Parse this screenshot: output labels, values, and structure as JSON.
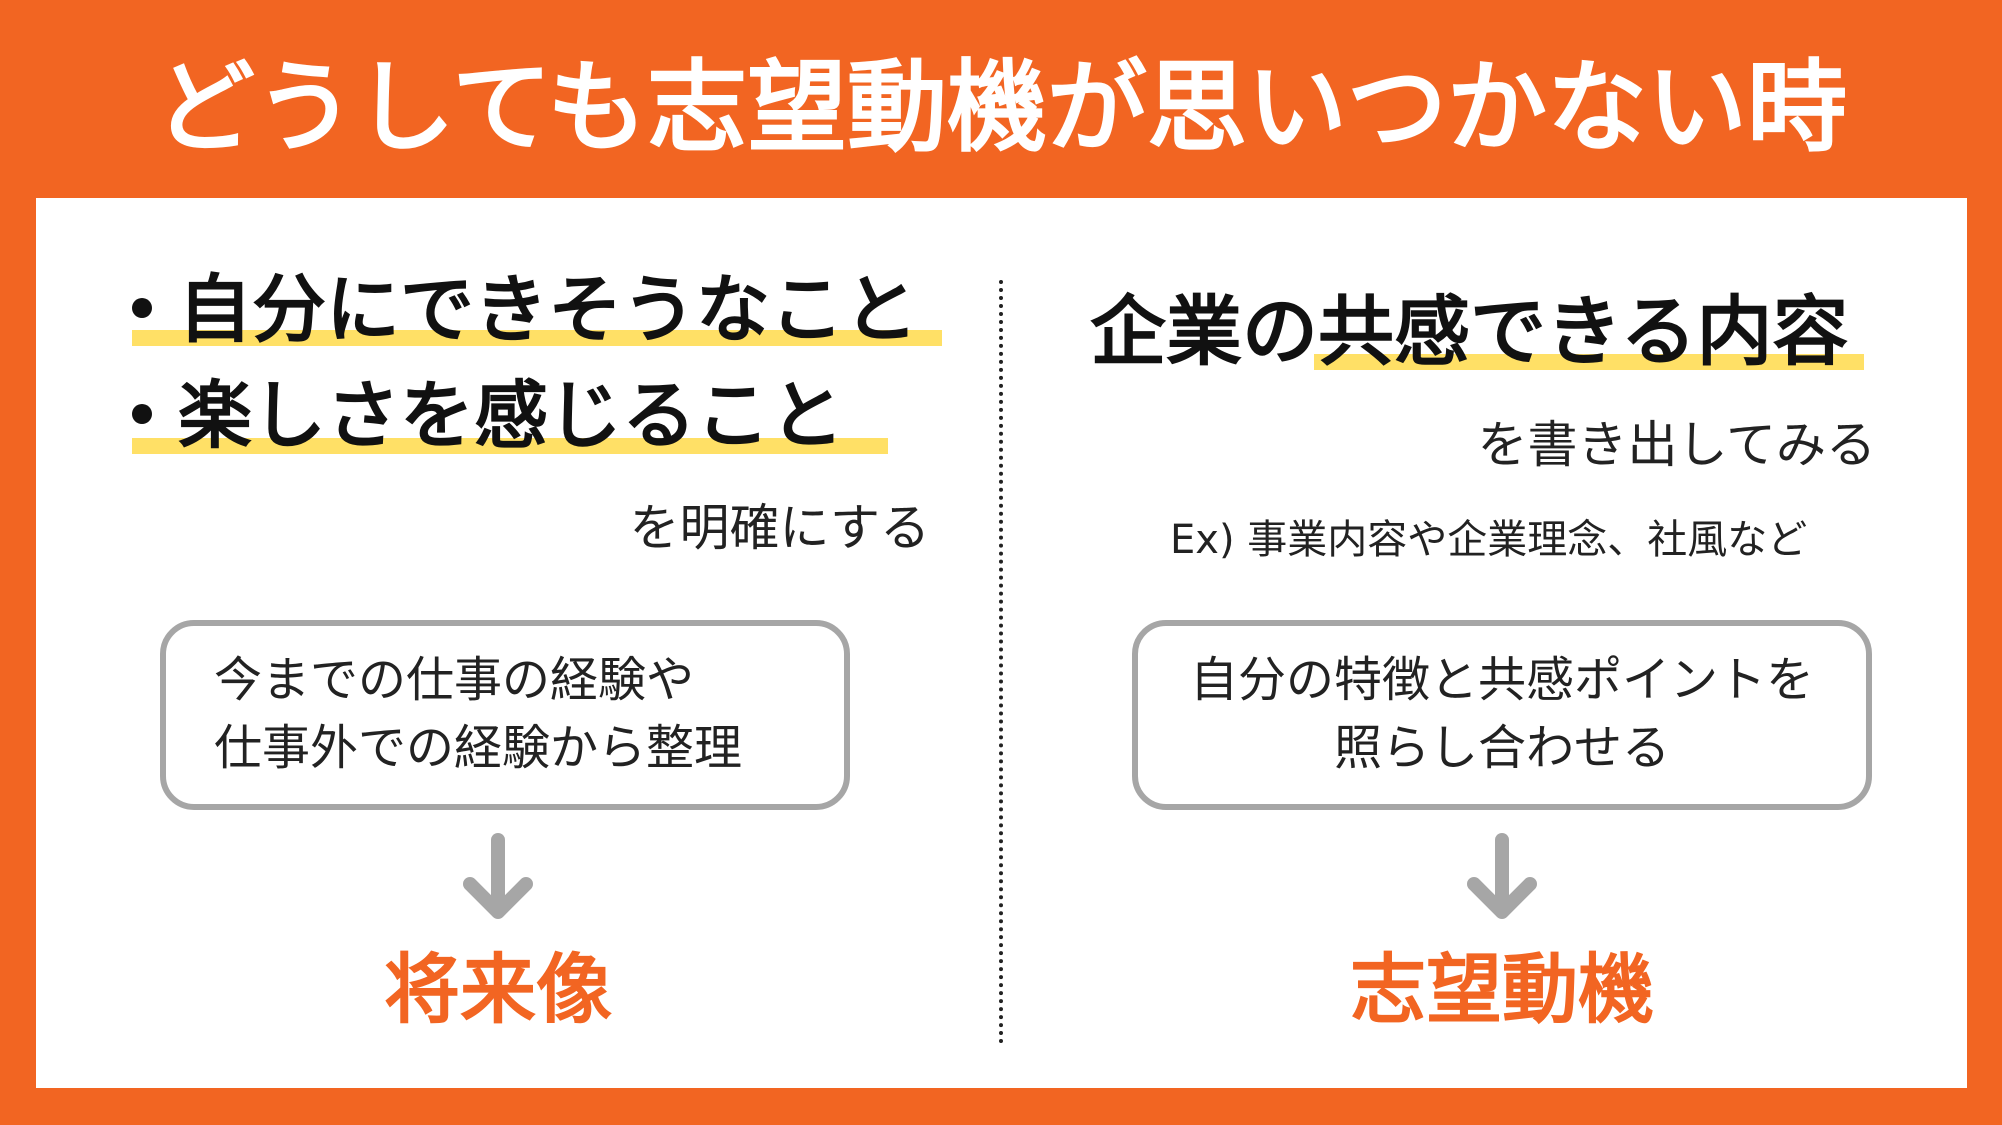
{
  "title": "どうしても志望動機が思いつかない時",
  "left": {
    "bullets": [
      "自分にできそうなこと",
      "楽しさを感じること"
    ],
    "subtext": "を明確にする",
    "box_lines": [
      "今までの仕事の経験や",
      "仕事外での経験から整理"
    ],
    "arrow_icon": "arrow-down-icon",
    "result": "将来像"
  },
  "right": {
    "heading": "企業の共感できる内容",
    "subtext": "を書き出してみる",
    "example": "Ex) 事業内容や企業理念、社風など",
    "box_lines": [
      "自分の特徴と共感ポイントを",
      "照らし合わせる"
    ],
    "arrow_icon": "arrow-down-icon",
    "result": "志望動機"
  },
  "colors": {
    "brand_orange": "#F26522",
    "highlight_yellow": "#FFE066",
    "box_border_gray": "#A6A6A6",
    "arrow_gray": "#A6A6A6",
    "text_dark": "#111111"
  }
}
